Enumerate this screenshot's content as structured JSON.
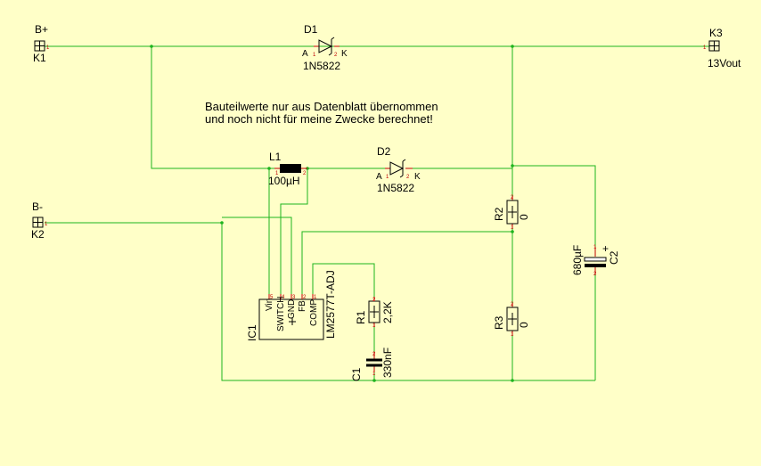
{
  "note": {
    "line1": "Bauteilwerte nur aus Datenblatt übernommen",
    "line2": "und noch nicht für meine Zwecke berechnet!"
  },
  "connectors": {
    "k1": {
      "label": "B+",
      "name": "K1",
      "pin": "1"
    },
    "k2": {
      "label": "B-",
      "name": "K2",
      "pin": "1"
    },
    "k3": {
      "label": "K3",
      "name": "13Vout",
      "pin": "1"
    }
  },
  "d1": {
    "name": "D1",
    "value": "1N5822",
    "anode": "A",
    "cathode": "K",
    "pin_a": "1",
    "pin_k": "2"
  },
  "d2": {
    "name": "D2",
    "value": "1N5822",
    "anode": "A",
    "cathode": "K",
    "pin_a": "1",
    "pin_k": "2"
  },
  "l1": {
    "name": "L1",
    "value": "100µH",
    "pin1": "1",
    "pin2": "2"
  },
  "r1": {
    "name": "R1",
    "value": "2,2K",
    "pin_top": "2",
    "pin_bot": "1"
  },
  "r2": {
    "name": "R2",
    "value": "0",
    "pin_top": "2",
    "pin_bot": "1"
  },
  "r3": {
    "name": "R3",
    "value": "0",
    "pin_top": "2",
    "pin_bot": "1"
  },
  "c1": {
    "name": "C1",
    "value": "330nF",
    "pin_top": "2",
    "pin_bot": "1"
  },
  "c2": {
    "name": "C2",
    "value": "680µF",
    "plus": "+",
    "pin_top": "1",
    "pin_bot": "2"
  },
  "ic1": {
    "name": "IC1",
    "value": "LM2577T-ADJ",
    "pins": [
      {
        "num": "5",
        "label": "Vin"
      },
      {
        "num": "4",
        "label": "SWITCH"
      },
      {
        "num": "3",
        "label": "GND"
      },
      {
        "num": "2",
        "label": "FB"
      },
      {
        "num": "1",
        "label": "COMP"
      }
    ]
  }
}
